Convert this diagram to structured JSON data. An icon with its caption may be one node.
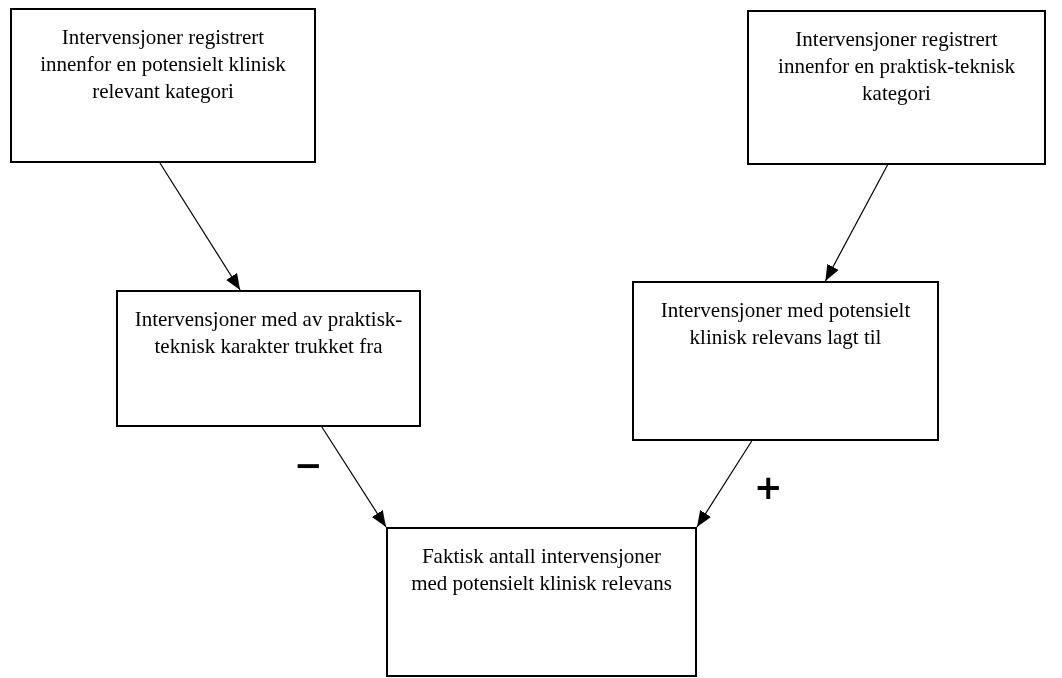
{
  "diagram": {
    "nodes": [
      {
        "text": [
          "Intervensjoner registrert innenfor en potensielt klinisk relevant kategori"
        ]
      },
      {
        "text": [
          "Intervensjoner registrert innenfor en praktisk-teknisk kategori"
        ]
      },
      {
        "text": [
          "Intervensjoner med av praktisk-teknisk karakter trukket fra"
        ]
      },
      {
        "text": [
          "Intervensjoner med potensielt klinisk relevans lagt til"
        ]
      },
      {
        "text": [
          "Faktisk antall intervensjoner med potensielt klinisk relevans"
        ]
      }
    ],
    "edges": [
      {
        "from": 0,
        "to": 2,
        "arrow": "to"
      },
      {
        "from": 1,
        "to": 3,
        "arrow": "to"
      },
      {
        "from": 2,
        "to": 4,
        "arrow": "to",
        "label": "−"
      },
      {
        "from": 3,
        "to": 4,
        "arrow": "to",
        "label": "+"
      }
    ]
  }
}
